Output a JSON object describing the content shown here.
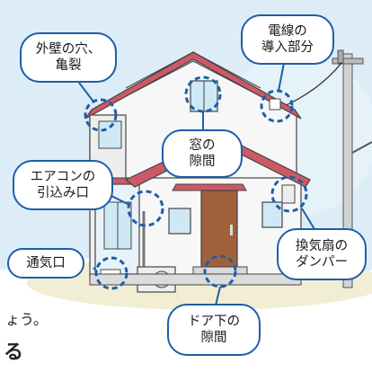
{
  "labels": {
    "outer_wall": "外壁の穴、\n亀裂",
    "power_line": "電線の\n導入部分",
    "window_gap": "窓の\n隙間",
    "aircon": "エアコンの\n引込み口",
    "vent": "通気口",
    "fan_damper": "換気扇の\nダンパー",
    "door_gap": "ドア下の\n隙間"
  },
  "background_text": {
    "line1": "ょう。",
    "line2": "る"
  },
  "colors": {
    "callout_border": "#1d5fa6",
    "sky": "#ddedf8",
    "roof": "#cc5a66",
    "wall": "#f7f7f7",
    "door": "#a0603a",
    "window_glass": "#cfe8f6",
    "ground": "#f2eed3"
  }
}
